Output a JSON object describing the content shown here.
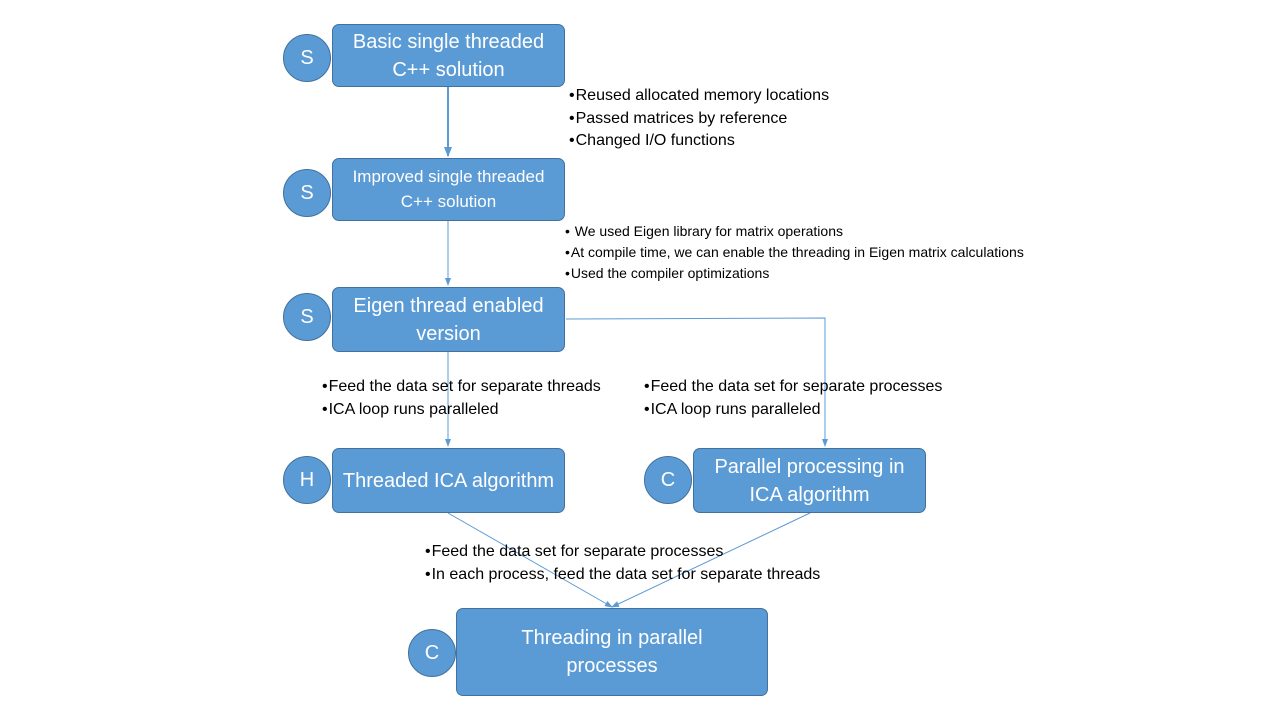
{
  "nodes": {
    "basic": {
      "label": "Basic single threaded C++ solution",
      "badge": "S"
    },
    "improved": {
      "label": "Improved single threaded C++ solution",
      "badge": "S"
    },
    "eigen": {
      "label": "Eigen thread enabled version",
      "badge": "S"
    },
    "threaded_ica": {
      "label": "Threaded ICA algorithm",
      "badge": "H"
    },
    "parallel_ica": {
      "label": "Parallel processing in ICA algorithm",
      "badge": "C"
    },
    "threading_parallel": {
      "label": "Threading in parallel processes",
      "badge": "C"
    }
  },
  "notes": {
    "basic_to_improved": [
      "Reused allocated memory locations",
      "Passed matrices by reference",
      "Changed I/O functions"
    ],
    "improved_to_eigen": [
      " We used Eigen library for matrix operations",
      "At compile time, we can enable the threading in Eigen matrix calculations",
      "Used the compiler optimizations"
    ],
    "eigen_to_threaded": [
      "Feed the data set for separate threads",
      "ICA loop runs paralleled"
    ],
    "eigen_to_parallel": [
      "Feed the data set for separate processes",
      "ICA loop runs paralleled"
    ],
    "to_threading_parallel": [
      "Feed the data set for separate processes",
      "In each process, feed the data set for separate threads"
    ]
  },
  "colors": {
    "node_fill": "#5b9bd5",
    "node_border": "#41719c",
    "connector": "#5b9bd5"
  }
}
